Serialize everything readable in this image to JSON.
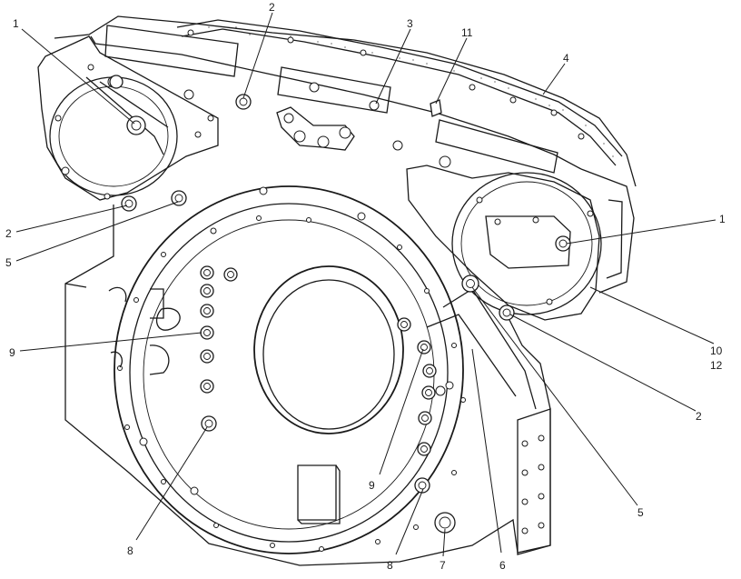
{
  "callouts": [
    {
      "id": "c1a",
      "text": "1"
    },
    {
      "id": "c2a",
      "text": "2"
    },
    {
      "id": "c3",
      "text": "3"
    },
    {
      "id": "c11",
      "text": "11"
    },
    {
      "id": "c4",
      "text": "4"
    },
    {
      "id": "c1b",
      "text": "1"
    },
    {
      "id": "c2b",
      "text": "2"
    },
    {
      "id": "c5a",
      "text": "5"
    },
    {
      "id": "c9a",
      "text": "9"
    },
    {
      "id": "c10",
      "text": "10"
    },
    {
      "id": "c12",
      "text": "12"
    },
    {
      "id": "c2c",
      "text": "2"
    },
    {
      "id": "c9b",
      "text": "9"
    },
    {
      "id": "c5b",
      "text": "5"
    },
    {
      "id": "c8a",
      "text": "8"
    },
    {
      "id": "c8b",
      "text": "8"
    },
    {
      "id": "c7",
      "text": "7"
    },
    {
      "id": "c6",
      "text": "6"
    }
  ]
}
